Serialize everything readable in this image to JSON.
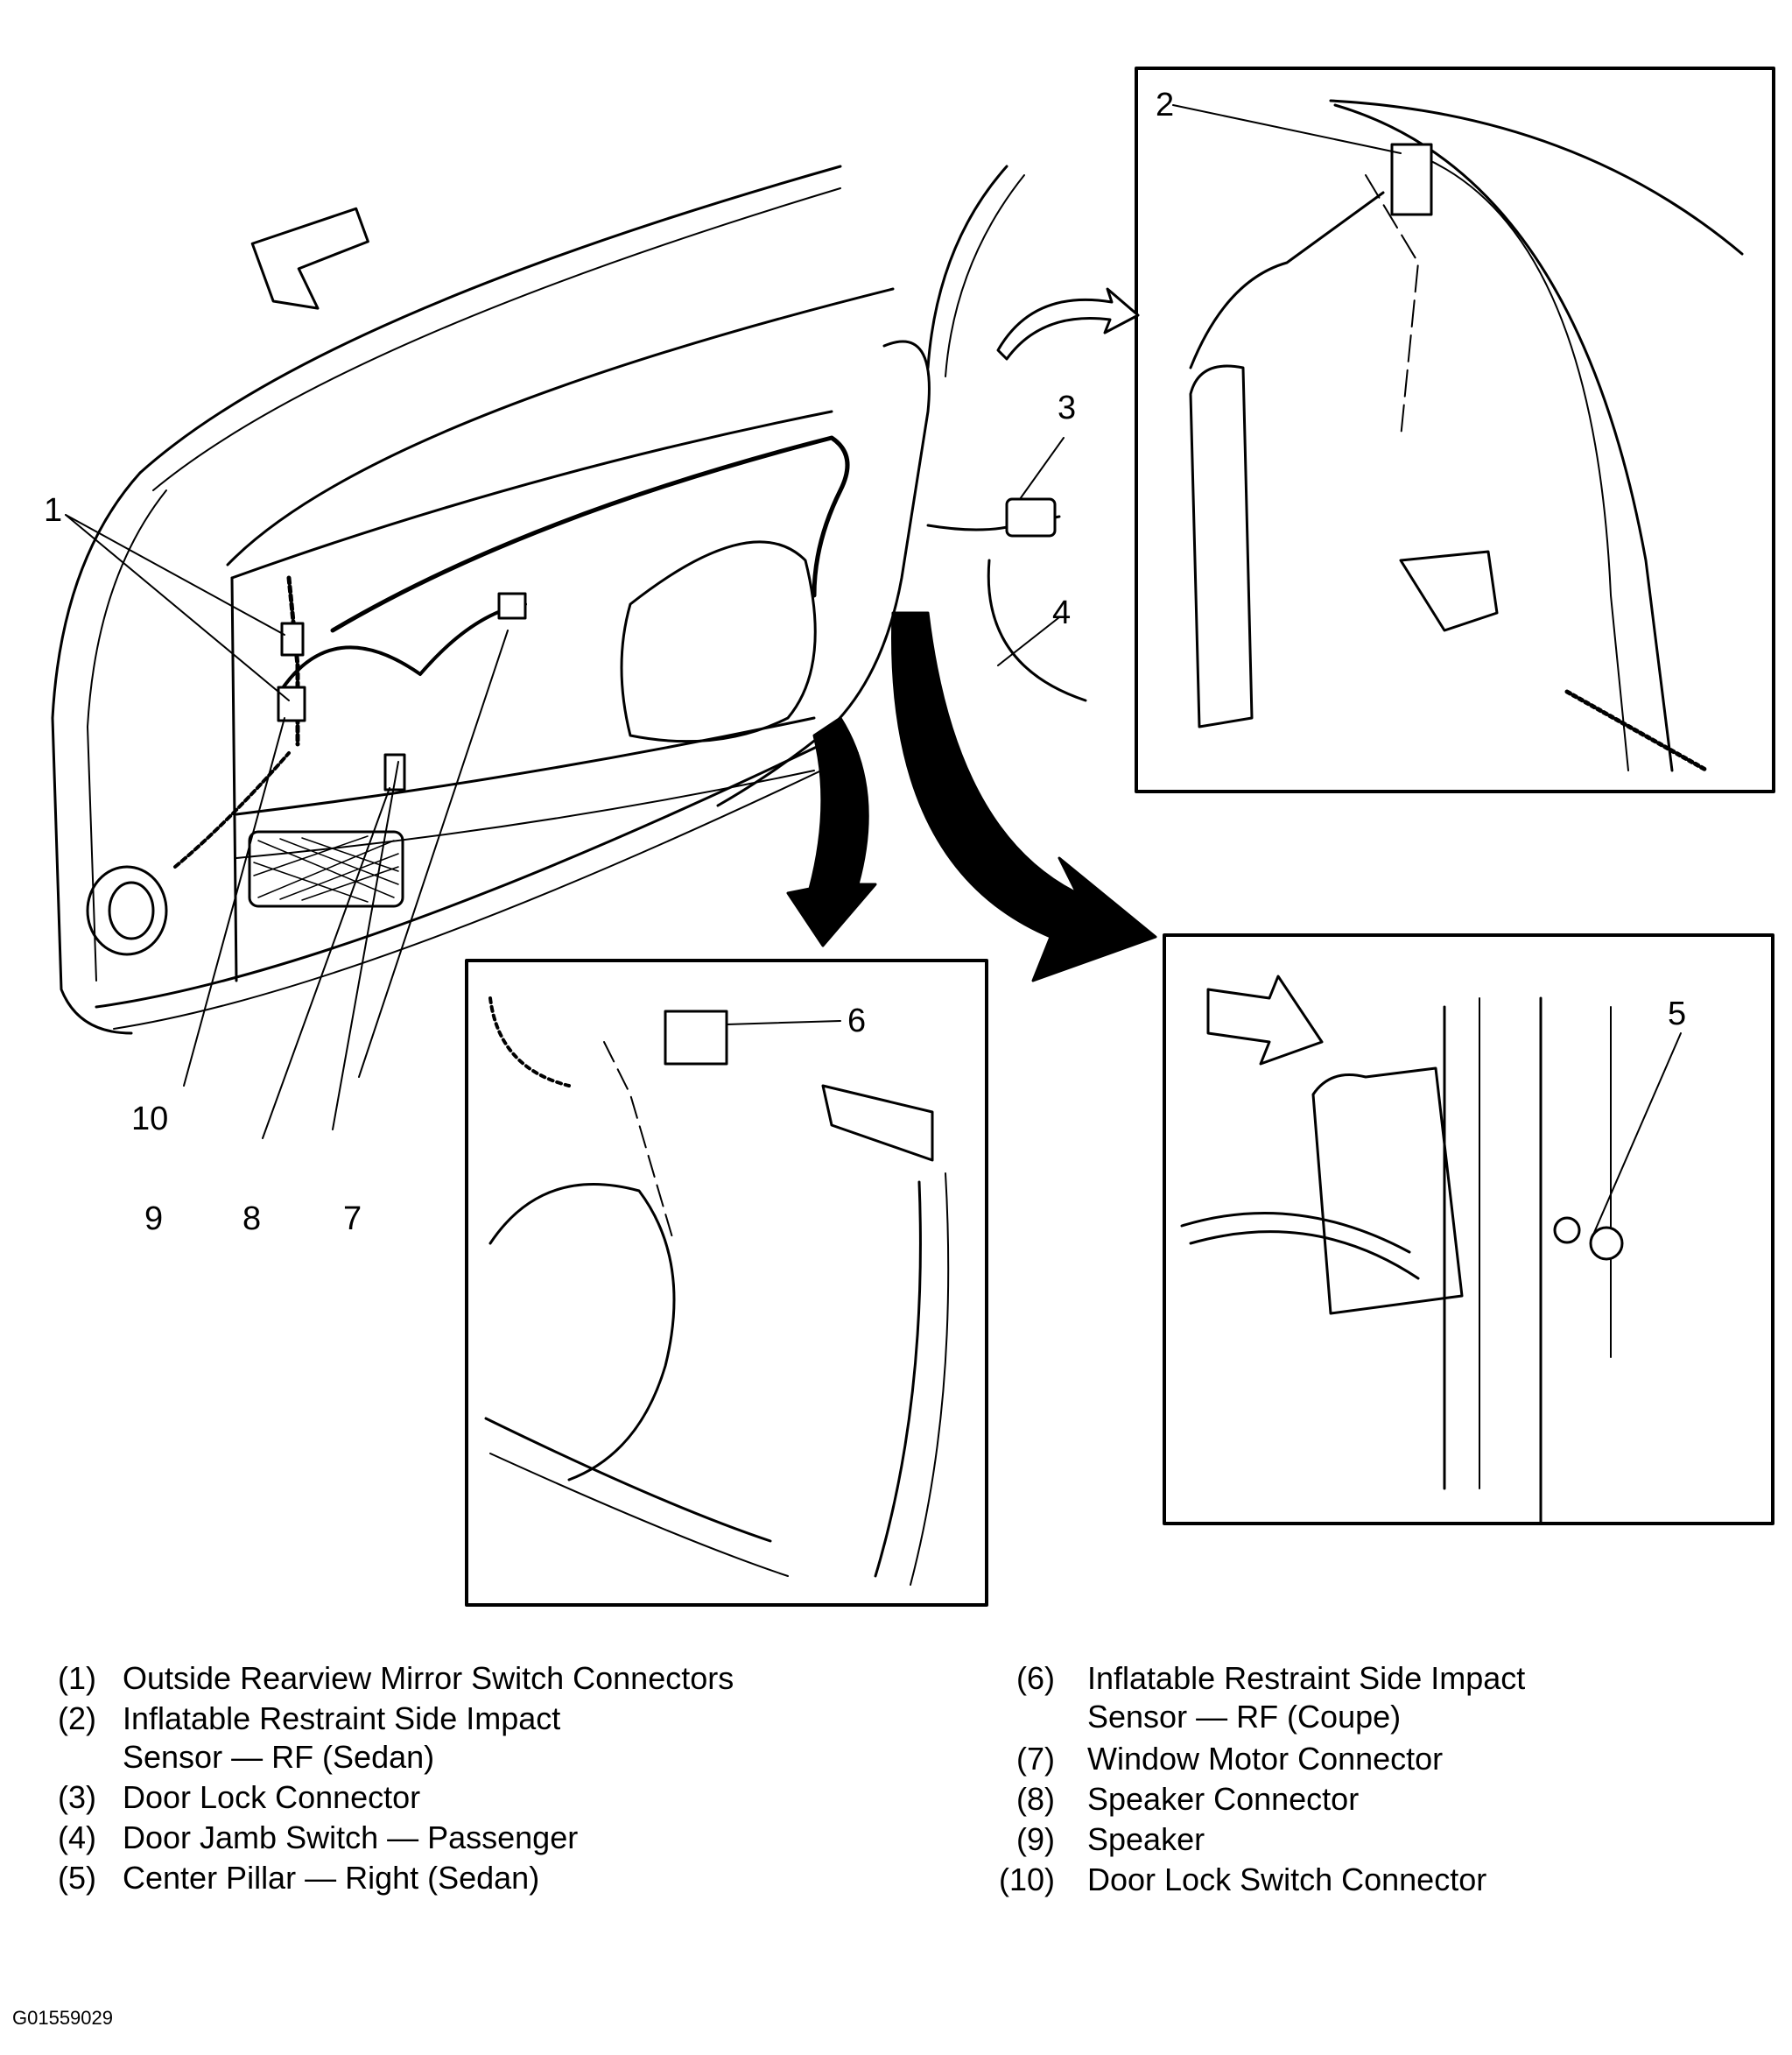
{
  "callouts": {
    "c1": "1",
    "c2": "2",
    "c3": "3",
    "c4": "4",
    "c5": "5",
    "c6": "6",
    "c7": "7",
    "c8": "8",
    "c9": "9",
    "c10": "10"
  },
  "legend": {
    "left": [
      {
        "num": "(1)",
        "lines": [
          "Outside Rearview Mirror Switch Connectors"
        ]
      },
      {
        "num": "(2)",
        "lines": [
          "Inflatable Restraint Side Impact",
          "Sensor — RF (Sedan)"
        ]
      },
      {
        "num": "(3)",
        "lines": [
          "Door Lock Connector"
        ]
      },
      {
        "num": "(4)",
        "lines": [
          "Door Jamb Switch — Passenger"
        ]
      },
      {
        "num": "(5)",
        "lines": [
          "Center Pillar — Right (Sedan)"
        ]
      }
    ],
    "right": [
      {
        "num": "(6)",
        "lines": [
          "Inflatable Restraint Side Impact",
          "Sensor — RF (Coupe)"
        ]
      },
      {
        "num": "(7)",
        "lines": [
          "Window Motor Connector"
        ]
      },
      {
        "num": "(8)",
        "lines": [
          "Speaker Connector"
        ]
      },
      {
        "num": "(9)",
        "lines": [
          "Speaker"
        ]
      },
      {
        "num": "(10)",
        "lines": [
          "Door Lock Switch Connector"
        ]
      }
    ]
  },
  "figure_code": "G01559029"
}
